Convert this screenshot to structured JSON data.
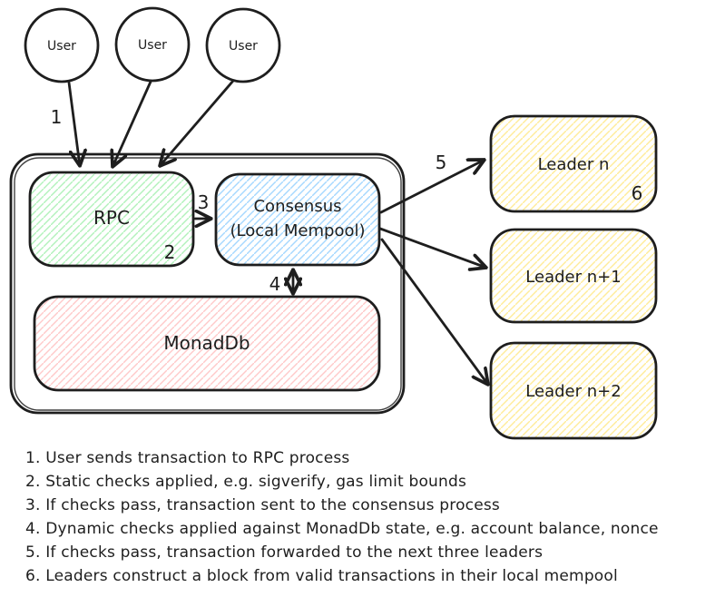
{
  "colors": {
    "stroke": "#1e1e1e",
    "rpc_hatch": "#b2f2bb",
    "consensus_hatch": "#a5d8ff",
    "monaddb_hatch": "#ffc9c9",
    "leader_hatch": "#ffec99"
  },
  "nodes": {
    "user1": "User",
    "user2": "User",
    "user3": "User",
    "rpc": "RPC",
    "consensus_line1": "Consensus",
    "consensus_line2": "(Local Mempool)",
    "monaddb": "MonadDb",
    "leader_n": "Leader n",
    "leader_n1": "Leader n+1",
    "leader_n2": "Leader n+2"
  },
  "markers": {
    "m1": "1",
    "m2": "2",
    "m3": "3",
    "m4": "4",
    "m5": "5",
    "m6": "6"
  },
  "steps": [
    "1. User sends transaction to RPC process",
    "2. Static checks applied, e.g. sigverify, gas limit bounds",
    "3. If checks pass, transaction sent to the consensus process",
    "4. Dynamic checks applied against MonadDb state, e.g. account balance, nonce",
    "5. If checks pass, transaction forwarded to the next three leaders",
    "6. Leaders construct a block from valid transactions in their local mempool"
  ]
}
